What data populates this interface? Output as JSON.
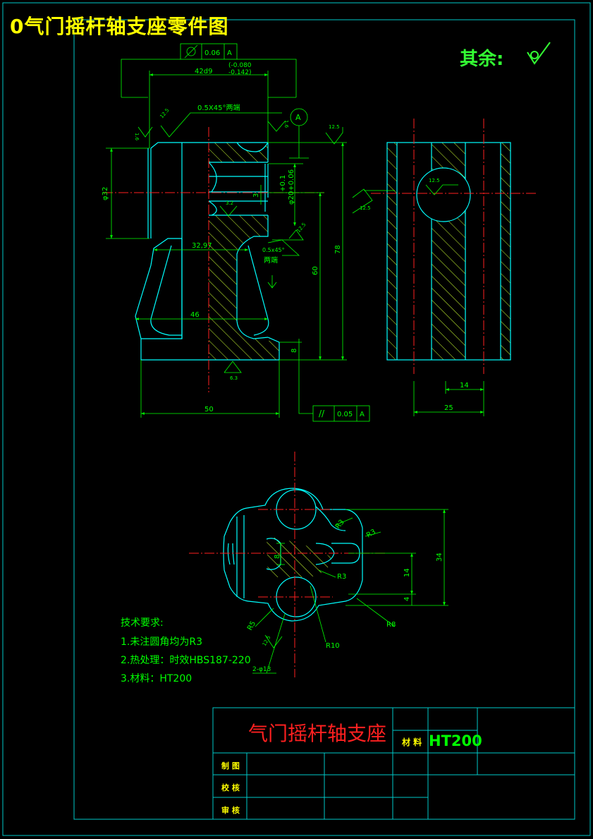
{
  "page_title": "0气门摇杆轴支座零件图",
  "rest_label": "其余:",
  "colors": {
    "background": "#000000",
    "frame": "#00c8c8",
    "outline": "#00ffff",
    "dimension": "#00ff00",
    "hatch": "#ccff33",
    "centerline": "#ff2020",
    "title": "#ffff00"
  },
  "annotations": {
    "tol_top_value": "0.06",
    "tol_top_datum": "A",
    "tol_bottom_symbol": "//",
    "tol_bottom_value": "0.05",
    "tol_bottom_datum": "A",
    "datum_circle": "A",
    "dim_42": "42d9",
    "dim_42_upper": "(-0.080",
    "dim_42_lower": "-0.142)",
    "chamfer_top": "0.5X45°两端",
    "chamfer_mid": "0.5x45°",
    "chamfer_mid_note": "两端",
    "dim_phi32": "φ32",
    "dim_3": "3",
    "dim_phi20": "φ20+0.06",
    "dim_phi20_tol": "+0.1",
    "dim_3297": "32,97",
    "dim_46": "46",
    "dim_60": "60",
    "dim_78": "78",
    "dim_8": "8",
    "dim_50": "50",
    "dim_14_side": "14",
    "dim_25": "25",
    "dim_34": "34",
    "dim_14_plan": "14",
    "dim_4": "4",
    "dim_8_plan": "8",
    "r3_a": "R3",
    "r3_b": "R3",
    "r3_c": "R3",
    "r8": "R8",
    "r5": "R5",
    "r10": "R10",
    "hole_spec": "2-φ13",
    "rough_125a": "12.5",
    "rough_16a": "1.6",
    "rough_16b": "1.6",
    "rough_125b": "12.5",
    "rough_32": "3.2",
    "rough_125c": "12.5",
    "rough_63": "6.3",
    "rough_125d": "12.5",
    "rough_125e": "12.5",
    "rough_125f": "12.5"
  },
  "requirements": [
    "技术要求:",
    "1.未注圆角均为R3",
    "2.热处理：时效HBS187-220",
    "3.材料：HT200"
  ],
  "title_block": {
    "part_name": "气门摇杆轴支座",
    "material_label": "材 料",
    "material_value": "HT200",
    "row_drawn": "制 图",
    "row_checked": "校 核",
    "row_approved": "审 核"
  }
}
